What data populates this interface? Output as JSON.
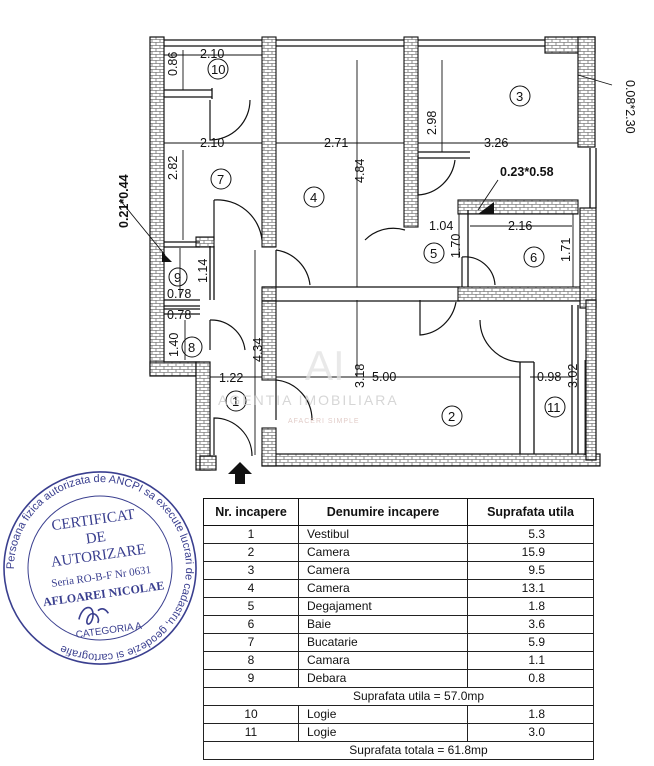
{
  "plan": {
    "dimensions": {
      "d_210_top": "2.10",
      "d_086": "0.86",
      "d_210_mid": "2.10",
      "d_282": "2.82",
      "d_271": "2.71",
      "d_484": "4.84",
      "d_298": "2.98",
      "d_326": "3.26",
      "d_208_230": "0.08*2.30",
      "d_023_058": "0.23*0.58",
      "d_021_044": "0.21*0.44",
      "d_104": "1.04",
      "d_170": "1.70",
      "d_216": "2.16",
      "d_171": "1.71",
      "d_114": "1.14",
      "d_078a": "0.78",
      "d_078b": "0.78",
      "d_140": "1.40",
      "d_434": "4.34",
      "d_122": "1.22",
      "d_318": "3.18",
      "d_500": "5.00",
      "d_098": "0.98",
      "d_302": "3.02"
    },
    "rooms": [
      "1",
      "2",
      "3",
      "4",
      "5",
      "6",
      "7",
      "8",
      "9",
      "10",
      "11"
    ],
    "watermark": {
      "logo": "AI",
      "name": "AGENTIA IMOBILIARA",
      "tagline": "AFACERI SIMPLE"
    }
  },
  "stamp": {
    "ring_text": "Persoana fizica autorizata de ANCPI sa execute lucrari de cadastru, geodezie si cartografie",
    "line1": "CERTIFICAT",
    "line2": "DE",
    "line3": "AUTORIZARE",
    "serie": "Seria RO-B-F Nr 0631",
    "name": "AFLOAREI NICOLAE",
    "category": "CATEGORIA A",
    "color": "#3a3f8f"
  },
  "table": {
    "headers": [
      "Nr. incapere",
      "Denumire  incapere",
      "Suprafata utila"
    ],
    "rows": [
      {
        "nr": "1",
        "name": "Vestibul",
        "area": "5.3"
      },
      {
        "nr": "2",
        "name": "Camera",
        "area": "15.9"
      },
      {
        "nr": "3",
        "name": "Camera",
        "area": "9.5"
      },
      {
        "nr": "4",
        "name": "Camera",
        "area": "13.1"
      },
      {
        "nr": "5",
        "name": "Degajament",
        "area": "1.8"
      },
      {
        "nr": "6",
        "name": "Baie",
        "area": "3.6"
      },
      {
        "nr": "7",
        "name": "Bucatarie",
        "area": "5.9"
      },
      {
        "nr": "8",
        "name": "Camara",
        "area": "1.1"
      },
      {
        "nr": "9",
        "name": "Debara",
        "area": "0.8"
      }
    ],
    "subtotal": "Suprafata utila = 57.0mp",
    "loggias": [
      {
        "nr": "10",
        "name": "Logie",
        "area": "1.8"
      },
      {
        "nr": "11",
        "name": "Logie",
        "area": "3.0"
      }
    ],
    "total": "Suprafata totala = 61.8mp"
  }
}
